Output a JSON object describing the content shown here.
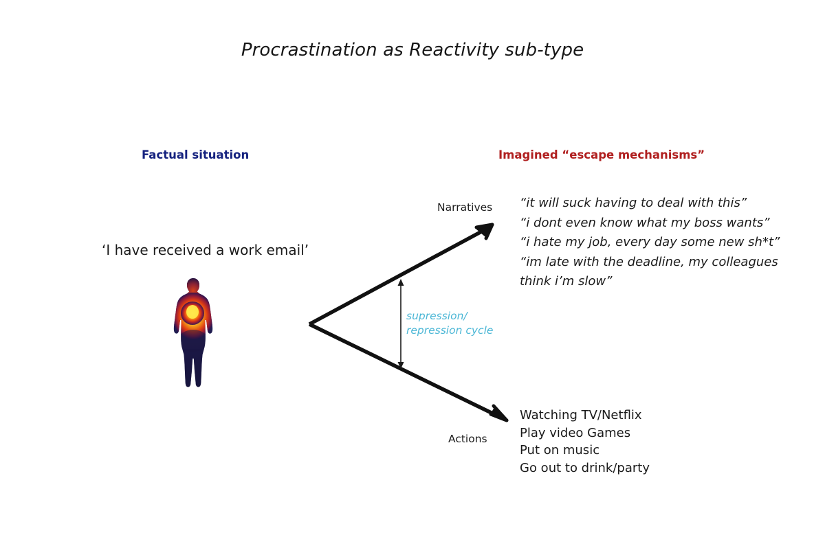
{
  "title": "Procrastination as Reactivity sub-type",
  "columns": {
    "left_header": "Factual situation",
    "right_header": "Imagined “escape mechanisms”"
  },
  "factual": {
    "statement": "‘I have received a work email’",
    "figure_alt": "thermal-body-figure"
  },
  "branches": {
    "upper_label": "Narratives",
    "lower_label": "Actions"
  },
  "cycle": {
    "line1": "supression/",
    "line2": "repression cycle"
  },
  "narratives": [
    "“it will suck having to deal with this”",
    "“i dont even know what my boss wants”",
    "“i hate my job, every day some new sh*t”",
    "“im late with the deadline, my colleagues think i’m slow”"
  ],
  "actions": [
    "Watching TV/Netflix",
    "Play video Games",
    "Put on music",
    "Go out to drink/party"
  ],
  "colors": {
    "title": "#171717",
    "left_header": "#15227f",
    "right_header": "#b01f1f",
    "cycle": "#4cb7d6",
    "arrow": "#111111",
    "body_text": "#1b1b1b",
    "figure_cool": "#1b1b4a",
    "figure_warm": "#ffe84a"
  }
}
